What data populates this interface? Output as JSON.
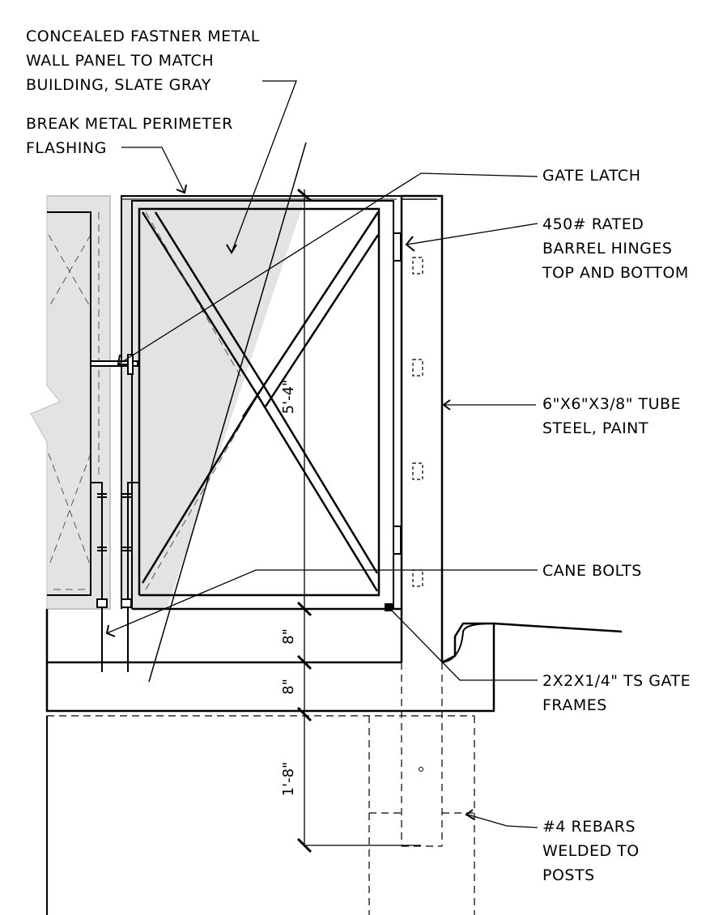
{
  "callouts": {
    "wall_panel": {
      "lines": [
        "CONCEALED FASTNER METAL",
        "WALL PANEL TO MATCH",
        "BUILDING, SLATE GRAY"
      ]
    },
    "flashing": {
      "lines": [
        "BREAK METAL PERIMETER",
        "FLASHING"
      ]
    },
    "gate_latch": {
      "lines": [
        "GATE LATCH"
      ]
    },
    "hinges": {
      "lines": [
        "450# RATED",
        "BARREL HINGES",
        "TOP AND BOTTOM"
      ]
    },
    "tube_steel": {
      "lines": [
        "6\"X6\"X3/8\" TUBE",
        "STEEL, PAINT"
      ]
    },
    "cane_bolts": {
      "lines": [
        "CANE BOLTS"
      ]
    },
    "gate_frames": {
      "lines": [
        "2X2X1/4\" TS GATE",
        "FRAMES"
      ]
    },
    "rebars": {
      "lines": [
        "#4 REBARS",
        "WELDED TO",
        "POSTS"
      ]
    }
  },
  "dimensions": {
    "gate_height": "5'-4\"",
    "gap_upper": "8\"",
    "gap_lower": "8\"",
    "footing_depth": "1'-8\""
  },
  "colors": {
    "line": "#000000",
    "panel_fill": "#e3e3e3",
    "paper": "#ffffff"
  }
}
